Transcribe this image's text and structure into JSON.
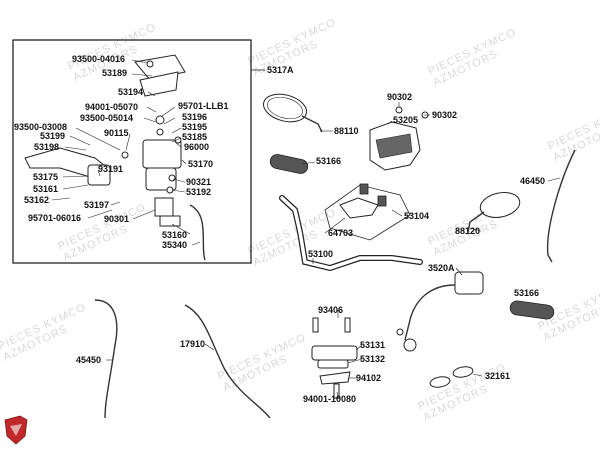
{
  "watermark": {
    "line1": "PIECES KYMCO",
    "line2": "AZMOTORS"
  },
  "labels": {
    "p93500_04016": "93500-04016",
    "p53189": "53189",
    "p5317A": "5317A",
    "p53194": "53194",
    "p94001_05070": "94001-05070",
    "p95701_LLB1": "95701-LLB1",
    "p93500_05014": "93500-05014",
    "p53196": "53196",
    "p93500_03008": "93500-03008",
    "p53195": "53195",
    "p90115": "90115",
    "p53199": "53199",
    "p53185": "53185",
    "p53198": "53198",
    "p96000": "96000",
    "p53170": "53170",
    "p93191": "93191",
    "p53175": "53175",
    "p90321": "90321",
    "p53161": "53161",
    "p53192": "53192",
    "p53162": "53162",
    "p53197": "53197",
    "p95701_06016": "95701-06016",
    "p90301": "90301",
    "p53160": "53160",
    "p35340": "35340",
    "p88110": "88110",
    "p90302a": "90302",
    "p53205": "53205",
    "p90302b": "90302",
    "p53166a": "53166",
    "p46450": "46450",
    "p53104": "53104",
    "p64703": "64703",
    "p88120": "88120",
    "p53100": "53100",
    "p3520A": "3520A",
    "p53166b": "53166",
    "p93406": "93406",
    "p45450": "45450",
    "p17910": "17910",
    "p53131": "53131",
    "p53132": "53132",
    "p94102": "94102",
    "p32161": "32161",
    "p94001_10080": "94001-10080"
  },
  "colors": {
    "logo": "#c0282a",
    "watermark": "#d8d8d8",
    "ink": "#222222"
  },
  "icons": {
    "logo": "shield-logo-icon"
  }
}
